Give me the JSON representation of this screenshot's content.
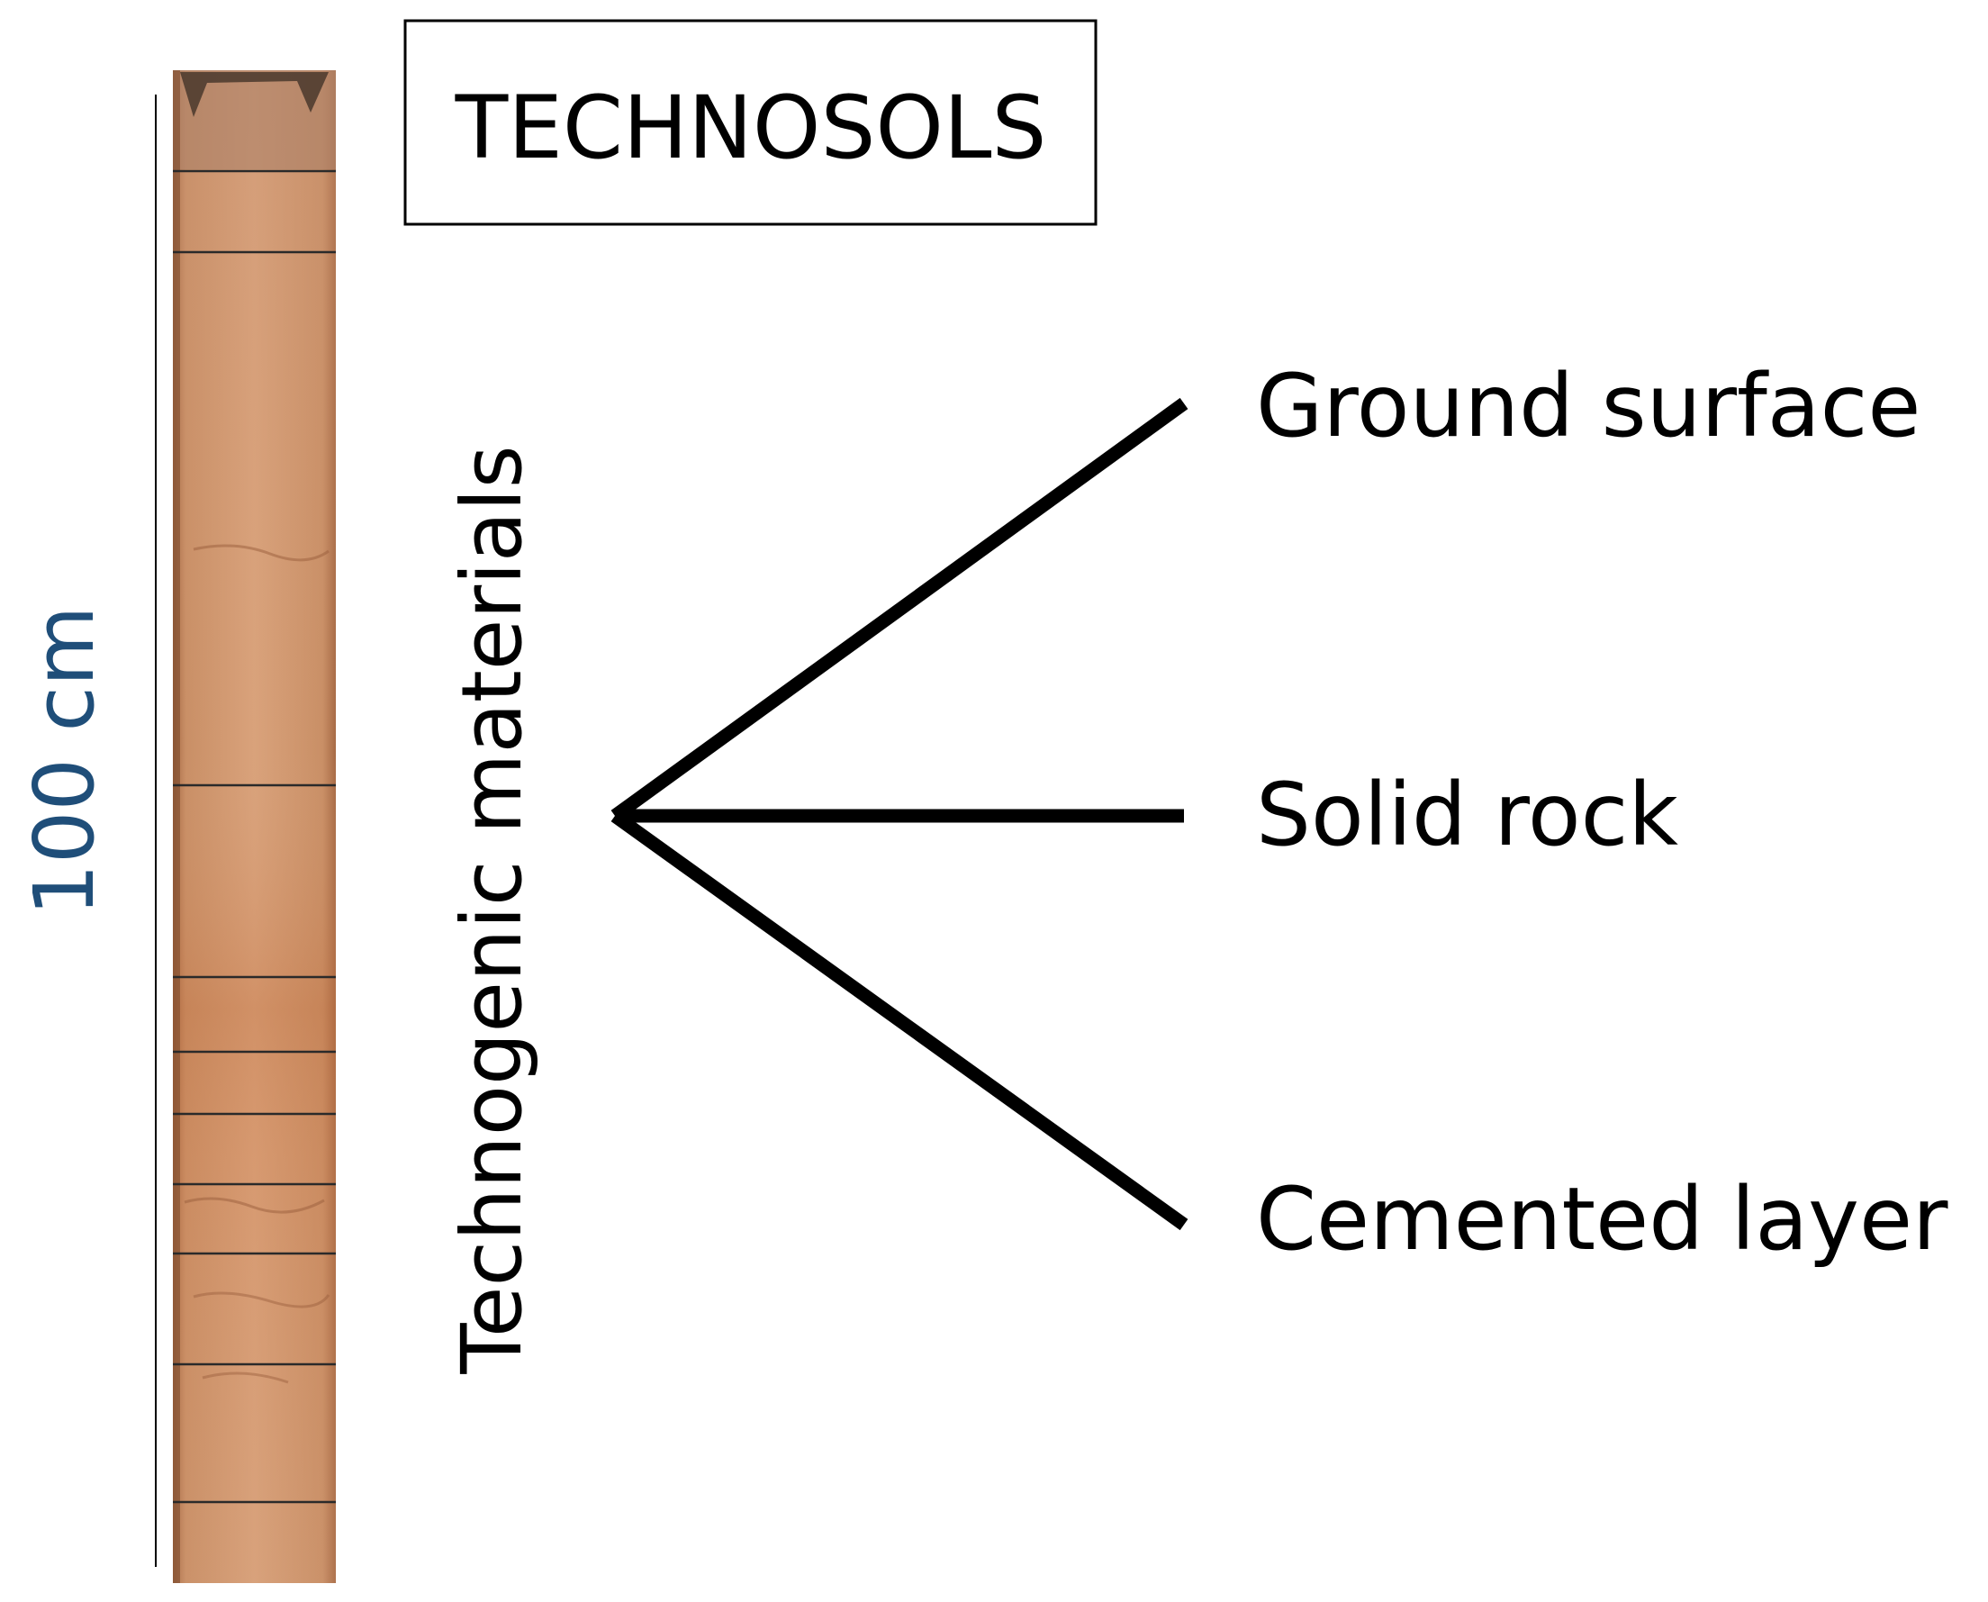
{
  "title": "TECHNOSOLS",
  "scale_label": "100 cm",
  "material_label": "Technogenic materials",
  "branches": [
    {
      "label": "Ground surface"
    },
    {
      "label": "Solid rock"
    },
    {
      "label": "Cemented layer"
    }
  ],
  "colors": {
    "scale_label": "#1f4e79",
    "text": "#000000",
    "core_light": "#d8a27c",
    "core_mid": "#c98f66",
    "core_dark": "#b9794f",
    "core_top": "#8a6a55"
  }
}
